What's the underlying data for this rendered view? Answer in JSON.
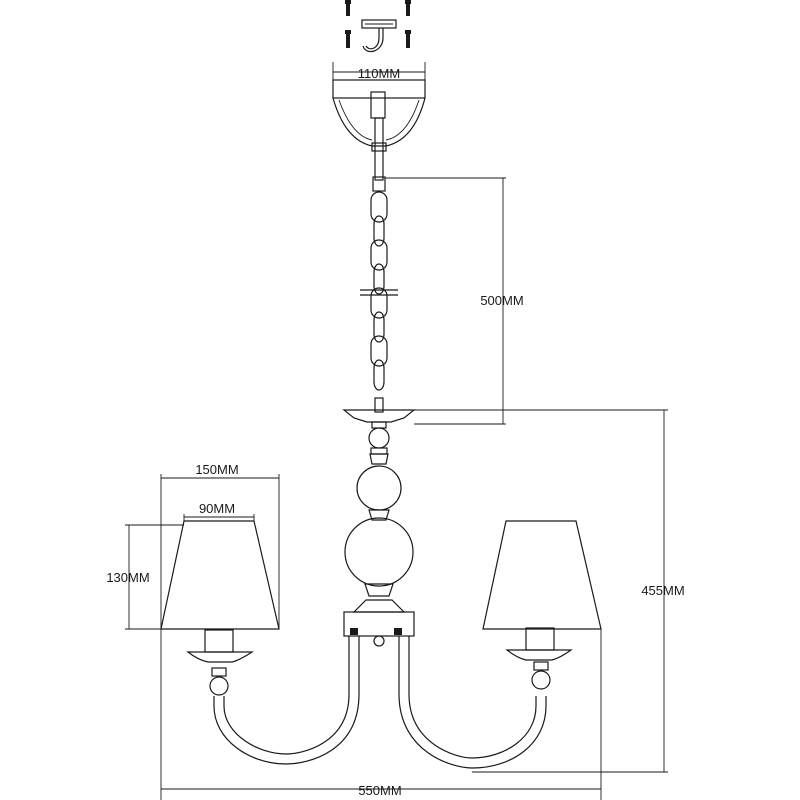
{
  "dimensions": {
    "canopy_width": "110MM",
    "chain_length": "500MM",
    "shade_top_width": "90MM",
    "shade_bottom_width": "150MM",
    "shade_height": "130MM",
    "body_height": "455MM",
    "overall_width": "550MM"
  }
}
